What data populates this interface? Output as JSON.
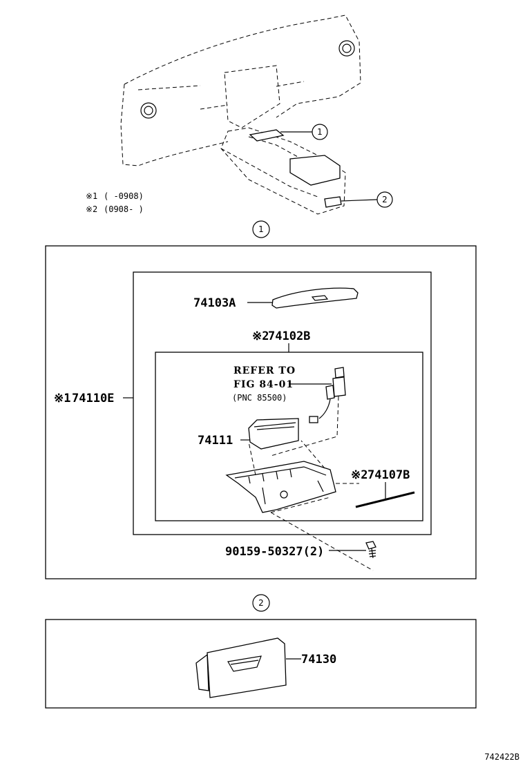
{
  "callouts": {
    "c1": "1",
    "c2": "2"
  },
  "notes": {
    "n1_mark": "※1",
    "n1_range": "(   -0908)",
    "n2_mark": "※2",
    "n2_range": "(0908-   )"
  },
  "parts": {
    "p74103A": "74103A",
    "p74102B_mark": "※2",
    "p74102B": "74102B",
    "p74110E_mark": "※1",
    "p74110E": "74110E",
    "p74111": "74111",
    "p74107B_mark": "※2",
    "p74107B": "74107B",
    "p90159": "90159-50327(2)",
    "p74130": "74130"
  },
  "refer": {
    "line1": "REFER TO",
    "line2": "FIG 84-01",
    "line3": "(PNC 85500)"
  },
  "figure_id": "742422B"
}
